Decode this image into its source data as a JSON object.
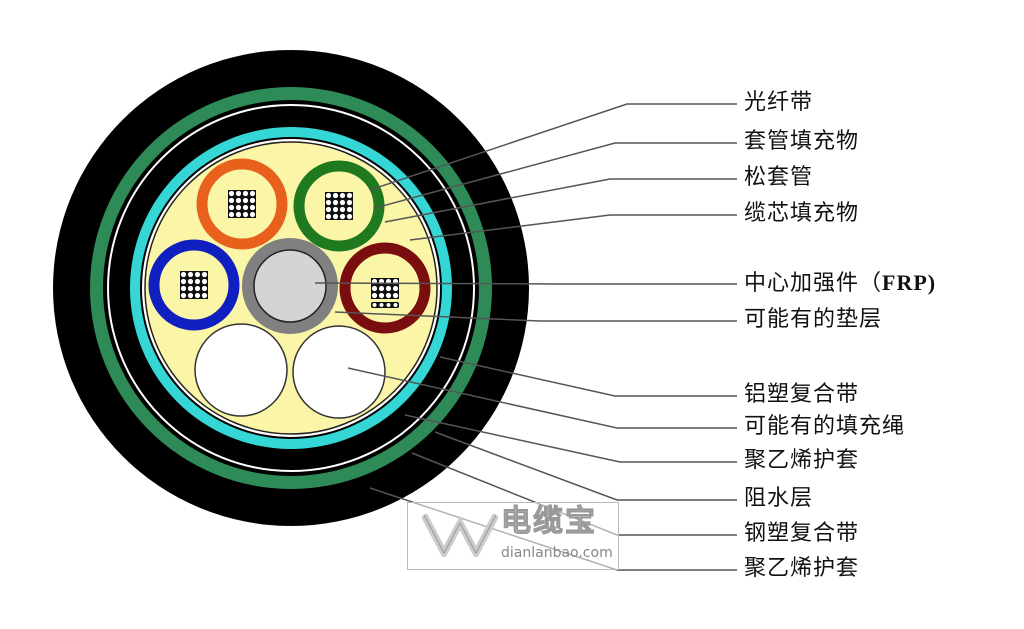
{
  "labels": [
    {
      "text": "光纤带"
    },
    {
      "text": "套管填充物"
    },
    {
      "text": "松套管"
    },
    {
      "text": "缆芯填充物"
    },
    {
      "text": "中心加强件（",
      "suffix": "FRP)"
    },
    {
      "text": "可能有的垫层"
    },
    {
      "text": "铝塑复合带"
    },
    {
      "text": "可能有的填充绳"
    },
    {
      "text": "聚乙烯护套"
    },
    {
      "text": "阻水层"
    },
    {
      "text": "钢塑复合带"
    },
    {
      "text": "聚乙烯护套"
    }
  ],
  "watermark": {
    "name": "电缆宝",
    "url": "dianlanbao.com"
  },
  "colors": {
    "outer_sheath": "#000000",
    "steel_tape": "#2e8b57",
    "aluminium_tape": "#35d6d6",
    "core_filler": "#fbf5a8",
    "tube_orange": "#e8611c",
    "tube_green": "#1f7a1f",
    "tube_blue": "#1020c0",
    "tube_darkred": "#7a0d0d",
    "frp_sheath": "#808080",
    "frp_core": "#d4d4d4"
  }
}
